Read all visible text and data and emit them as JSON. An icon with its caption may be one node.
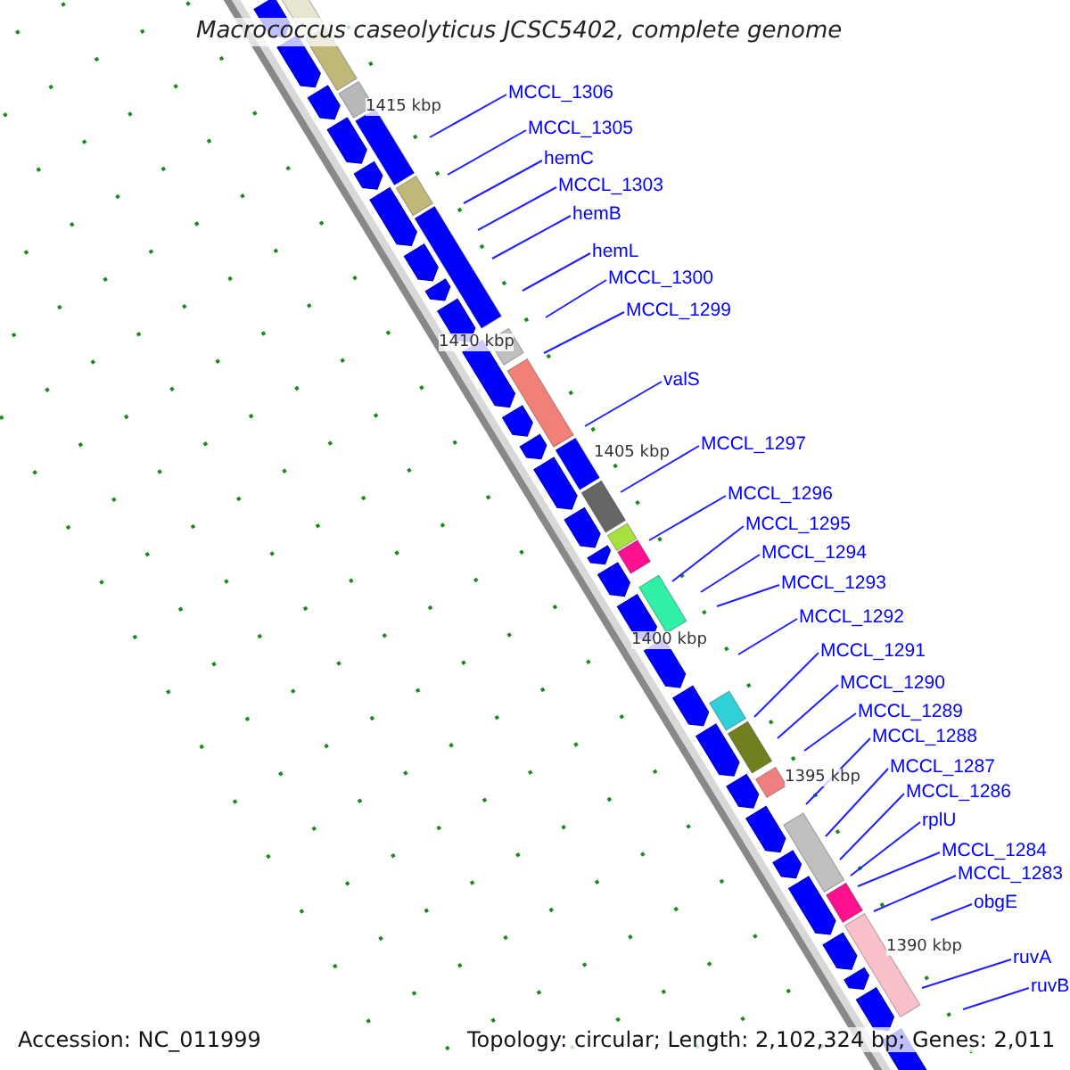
{
  "diagram": {
    "title": "Macrococcus caseolyticus JCSC5402, complete genome",
    "nodes": [
      {
        "text": [
          "MCCL_1306"
        ]
      },
      {
        "text": [
          "MCCL_1305"
        ]
      },
      {
        "text": [
          "hemC"
        ]
      },
      {
        "text": [
          "MCCL_1303"
        ]
      },
      {
        "text": [
          "hemB"
        ]
      },
      {
        "text": [
          "hemL"
        ]
      },
      {
        "text": [
          "MCCL_1300"
        ]
      },
      {
        "text": [
          "MCCL_1299"
        ]
      },
      {
        "text": [
          "valS"
        ]
      },
      {
        "text": [
          "MCCL_1297"
        ]
      },
      {
        "text": [
          "MCCL_1296"
        ]
      },
      {
        "text": [
          "MCCL_1295"
        ]
      },
      {
        "text": [
          "MCCL_1294"
        ]
      },
      {
        "text": [
          "MCCL_1293"
        ]
      },
      {
        "text": [
          "MCCL_1292"
        ]
      },
      {
        "text": [
          "MCCL_1291"
        ]
      },
      {
        "text": [
          "MCCL_1290"
        ]
      },
      {
        "text": [
          "MCCL_1289"
        ]
      },
      {
        "text": [
          "MCCL_1288"
        ]
      },
      {
        "text": [
          "MCCL_1287"
        ]
      },
      {
        "text": [
          "MCCL_1286"
        ]
      },
      {
        "text": [
          "rplU"
        ]
      },
      {
        "text": [
          "MCCL_1284"
        ]
      },
      {
        "text": [
          "MCCL_1283"
        ]
      },
      {
        "text": [
          "obgE"
        ]
      },
      {
        "text": [
          "ruvA"
        ]
      },
      {
        "text": [
          "ruvB"
        ]
      }
    ],
    "edges": [
      {
        "from": 0,
        "to": null,
        "arrow": "none"
      },
      {
        "from": 1,
        "to": null,
        "arrow": "none"
      },
      {
        "from": 2,
        "to": null,
        "arrow": "none"
      },
      {
        "from": 3,
        "to": null,
        "arrow": "none"
      },
      {
        "from": 4,
        "to": null,
        "arrow": "none"
      },
      {
        "from": 5,
        "to": null,
        "arrow": "none"
      },
      {
        "from": 6,
        "to": null,
        "arrow": "none"
      },
      {
        "from": 7,
        "to": null,
        "arrow": "none"
      },
      {
        "from": 8,
        "to": null,
        "arrow": "none"
      },
      {
        "from": 9,
        "to": null,
        "arrow": "none"
      },
      {
        "from": 10,
        "to": null,
        "arrow": "none"
      },
      {
        "from": 11,
        "to": null,
        "arrow": "none"
      },
      {
        "from": 12,
        "to": null,
        "arrow": "none"
      },
      {
        "from": 13,
        "to": null,
        "arrow": "none"
      },
      {
        "from": 14,
        "to": null,
        "arrow": "none"
      },
      {
        "from": 15,
        "to": null,
        "arrow": "none"
      },
      {
        "from": 16,
        "to": null,
        "arrow": "none"
      },
      {
        "from": 17,
        "to": null,
        "arrow": "none"
      },
      {
        "from": 18,
        "to": null,
        "arrow": "none"
      },
      {
        "from": 19,
        "to": null,
        "arrow": "none"
      },
      {
        "from": 20,
        "to": null,
        "arrow": "none"
      },
      {
        "from": 21,
        "to": null,
        "arrow": "none"
      },
      {
        "from": 22,
        "to": null,
        "arrow": "none"
      },
      {
        "from": 23,
        "to": null,
        "arrow": "none"
      },
      {
        "from": 24,
        "to": null,
        "arrow": "none"
      },
      {
        "from": 25,
        "to": null,
        "arrow": "none"
      },
      {
        "from": 26,
        "to": null,
        "arrow": "none"
      }
    ],
    "labels": [
      "1415 kbp",
      "1410 kbp",
      "1405 kbp",
      "1400 kbp",
      "1395 kbp",
      "1390 kbp",
      "Accession: NC_011999",
      "Topology: circular; Length: 2,102,324 bp; Genes: 2,011"
    ]
  }
}
